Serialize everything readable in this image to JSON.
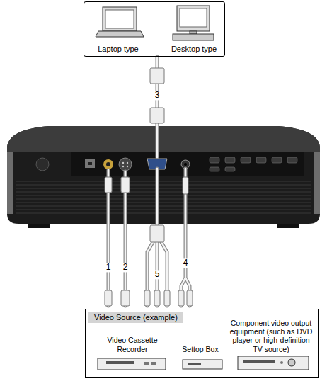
{
  "diagram": {
    "nodes": [
      {
        "text": [
          "Laptop type",
          "Desktop type"
        ]
      },
      {
        "text": [
          "Video Source (example)"
        ]
      },
      {
        "text": [
          "Video Cassette Recorder"
        ],
        "in": 1
      },
      {
        "text": [
          "Settop Box"
        ],
        "in": 1
      },
      {
        "text": [
          "Component video output equipment (such as DVD player or high-definition TV source)"
        ],
        "in": 1
      }
    ],
    "labels": [
      "3",
      "1",
      "2",
      "5",
      "4"
    ]
  }
}
